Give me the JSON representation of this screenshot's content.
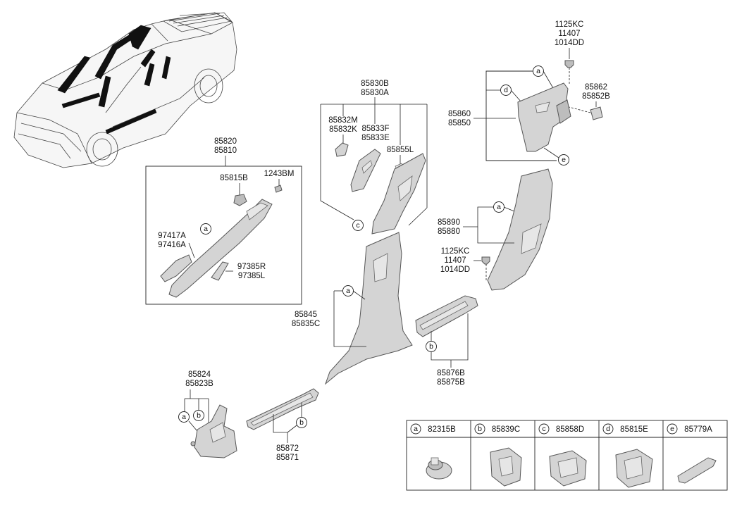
{
  "labels": {
    "g85820": [
      "85820",
      "85810"
    ],
    "g85815B": "85815B",
    "g1243BM": "1243BM",
    "g97417A": [
      "97417A",
      "97416A"
    ],
    "g97385R": [
      "97385R",
      "97385L"
    ],
    "g85830B": [
      "85830B",
      "85830A"
    ],
    "g85832M": [
      "85832M",
      "85832K"
    ],
    "g85833F": [
      "85833F",
      "85833E"
    ],
    "g85855L": "85855L",
    "g1125top": [
      "1125KC",
      "11407",
      "1014DD"
    ],
    "g85862": [
      "85862",
      "85852B"
    ],
    "g85860": [
      "85860",
      "85850"
    ],
    "g85890": [
      "85890",
      "85880"
    ],
    "g1125mid": [
      "1125KC",
      "11407",
      "1014DD"
    ],
    "g85845": [
      "85845",
      "85835C"
    ],
    "g85876B": [
      "85876B",
      "85875B"
    ],
    "g85824": [
      "85824",
      "85823B"
    ],
    "g85872": [
      "85872",
      "85871"
    ]
  },
  "callouts": {
    "a": "a",
    "b": "b",
    "c": "c",
    "d": "d",
    "e": "e"
  },
  "legend": [
    {
      "letter": "a",
      "part": "82315B"
    },
    {
      "letter": "b",
      "part": "85839C"
    },
    {
      "letter": "c",
      "part": "85858D"
    },
    {
      "letter": "d",
      "part": "85815E"
    },
    {
      "letter": "e",
      "part": "85779A"
    }
  ]
}
